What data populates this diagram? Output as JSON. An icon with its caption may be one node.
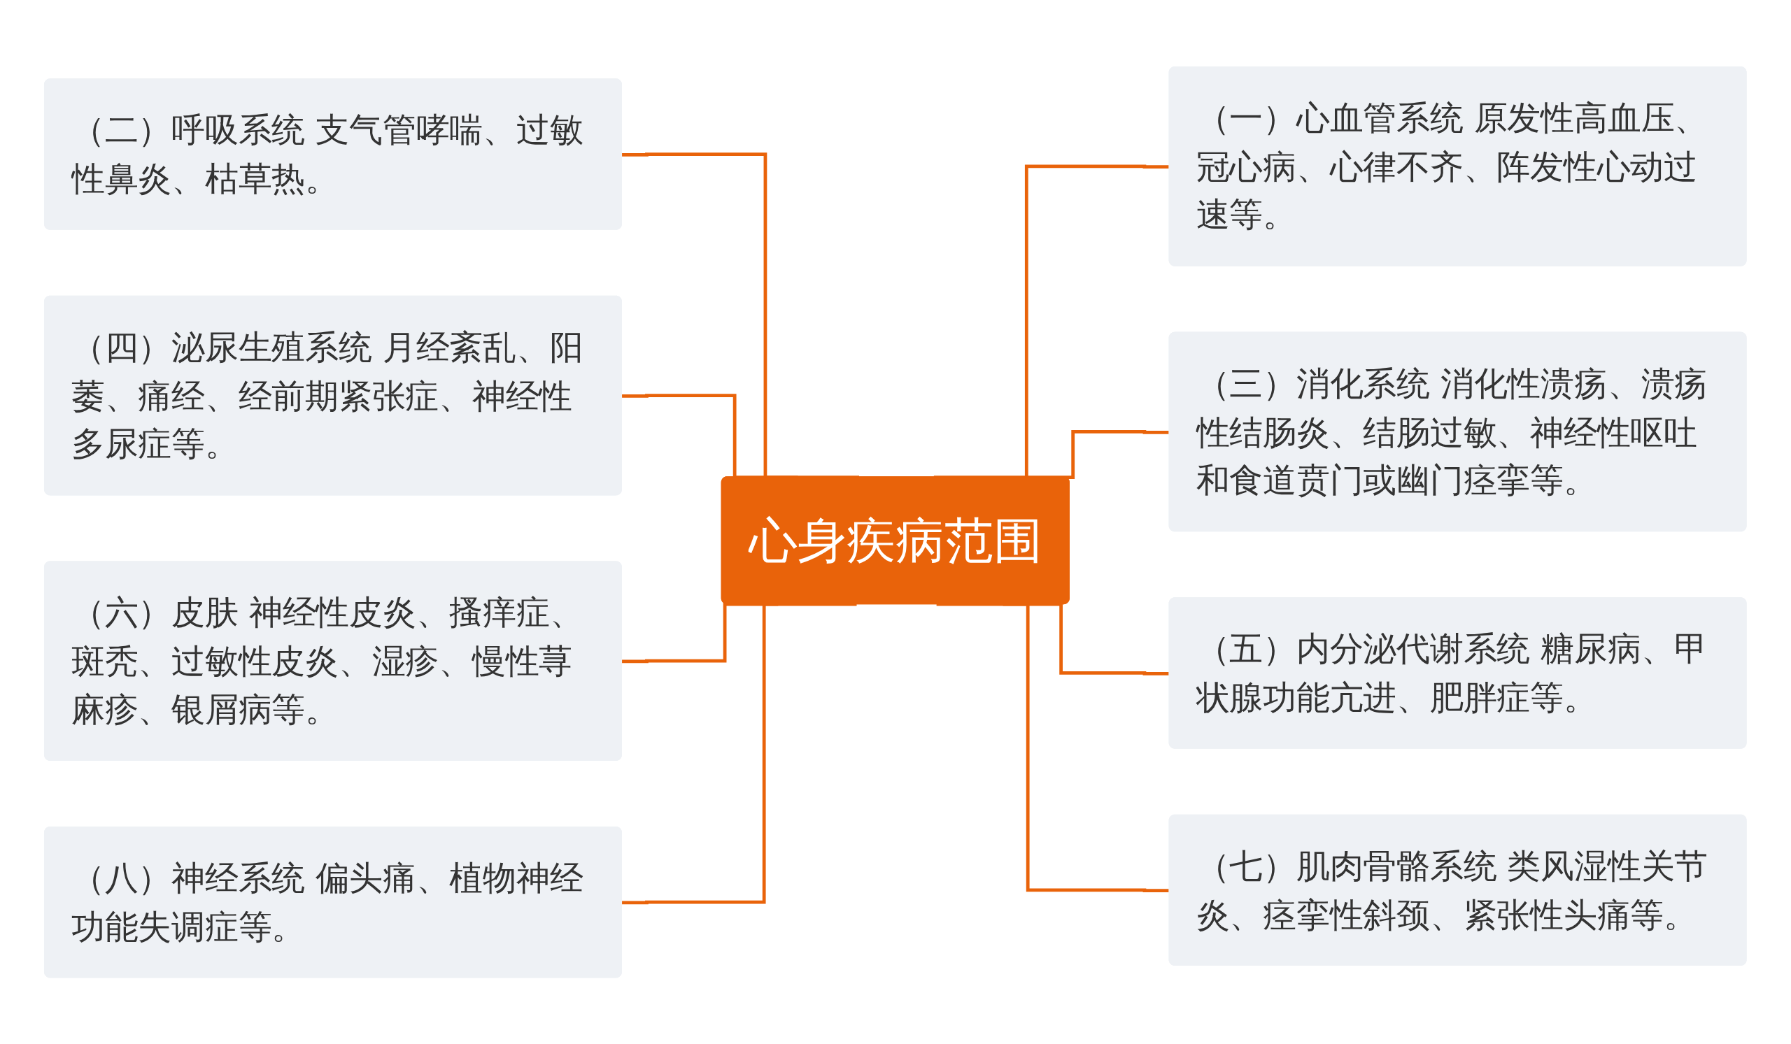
{
  "diagram": {
    "nodes": [
      {
        "text": [
          "心身疾病范围"
        ]
      },
      {
        "text": [
          "（一）心血管系统 原发性高血压、冠心病、心律不齐、阵发性心动过速等。"
        ]
      },
      {
        "text": [
          "（二）呼吸系统 支气管哮喘、过敏性鼻炎、枯草热。"
        ]
      },
      {
        "text": [
          "（三）消化系统 消化性溃疡、溃疡性结肠炎、结肠过敏、神经性呕吐和食道贲门或幽门痉挛等。"
        ]
      },
      {
        "text": [
          "（四）泌尿生殖系统 月经紊乱、阳萎、痛经、经前期紧张症、神经性多尿症等。"
        ]
      },
      {
        "text": [
          "（五）内分泌代谢系统 糖尿病、甲状腺功能亢进、肥胖症等。"
        ]
      },
      {
        "text": [
          "（六）皮肤 神经性皮炎、搔痒症、斑秃、过敏性皮炎、湿疹、慢性荨麻疹、银屑病等。"
        ]
      },
      {
        "text": [
          "（七）肌肉骨骼系统 类风湿性关节炎、痉挛性斜颈、紧张性头痛等。"
        ]
      },
      {
        "text": [
          "（八）神经系统 偏头痛、植物神经功能失调症等。"
        ]
      }
    ],
    "edges": [
      {
        "from": 0,
        "to": 1,
        "arrow": "none"
      },
      {
        "from": 0,
        "to": 2,
        "arrow": "none"
      },
      {
        "from": 0,
        "to": 3,
        "arrow": "none"
      },
      {
        "from": 0,
        "to": 4,
        "arrow": "none"
      },
      {
        "from": 0,
        "to": 5,
        "arrow": "none"
      },
      {
        "from": 0,
        "to": 6,
        "arrow": "none"
      },
      {
        "from": 0,
        "to": 7,
        "arrow": "none"
      },
      {
        "from": 0,
        "to": 8,
        "arrow": "none"
      }
    ]
  }
}
